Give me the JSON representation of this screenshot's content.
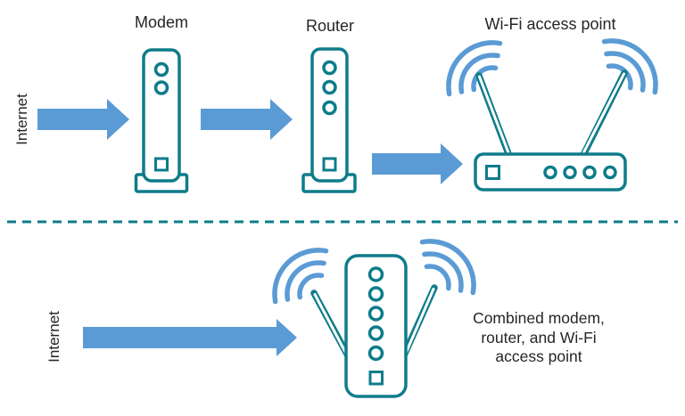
{
  "colors": {
    "arrow_blue": "#5B9BD5",
    "wave_blue": "#5B9BD5",
    "device_teal": "#0E7C8A",
    "label_text": "#262626",
    "background": "#FFFFFF"
  },
  "labels": {
    "internet_top": "Internet",
    "modem": "Modem",
    "router": "Router",
    "wifi_ap": "Wi-Fi access point",
    "internet_bottom": "Internet",
    "combined_line1": "Combined modem,",
    "combined_line2": "router, and Wi-Fi",
    "combined_line3": "access point"
  },
  "diagram": {
    "top_flow": [
      "Internet",
      "Modem",
      "Router",
      "Wi-Fi access point"
    ],
    "bottom_flow": [
      "Internet",
      "Combined modem, router, and Wi-Fi access point"
    ],
    "divider": "dashed-horizontal-line"
  },
  "icons": {
    "modem": "vertical-tower-outline-2-leds-on-stand",
    "router": "vertical-tower-outline-3-leds-on-stand",
    "wifi_access_point": "horizontal-box-2-antennas-4-leds",
    "combined_device": "vertical-box-5-leds-2-antennas",
    "arrow": "solid-right-arrow",
    "wifi_waves": "three-concentric-arcs"
  }
}
